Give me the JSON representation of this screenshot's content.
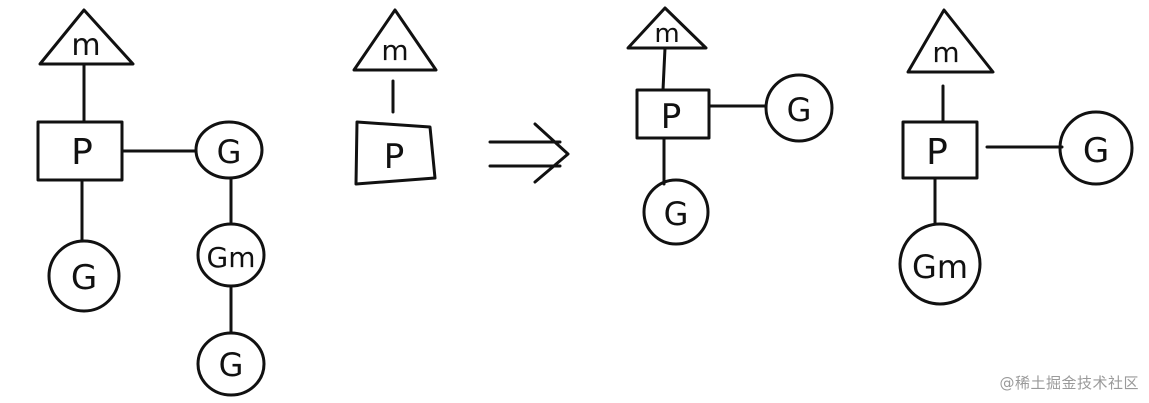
{
  "labels": {
    "m": "m",
    "p": "P",
    "g": "G",
    "gm": "Gm"
  },
  "arrow": "⇒",
  "watermark": "@稀土掘金技术社区"
}
